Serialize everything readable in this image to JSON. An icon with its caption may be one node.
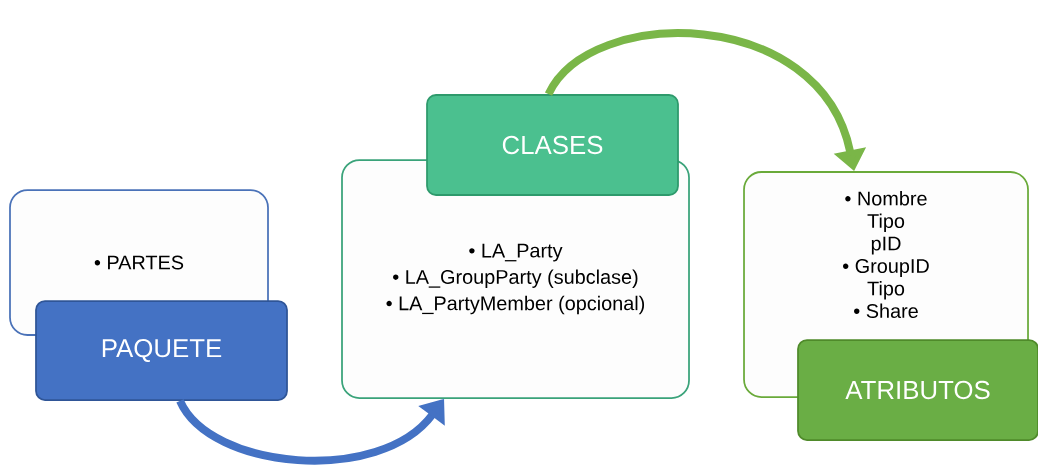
{
  "diagram": {
    "nodes": [
      {
        "text": [
          "• PARTES"
        ]
      },
      {
        "text": [
          "PAQUETE"
        ]
      },
      {
        "text": [
          "• LA_Party",
          "• LA_GroupParty (subclase)",
          "• LA_PartyMember (opcional)"
        ]
      },
      {
        "text": [
          "CLASES"
        ]
      },
      {
        "text": [
          "• Nombre Tipo pID",
          "• GroupID Tipo",
          "• Share"
        ]
      },
      {
        "text": [
          "ATRIBUTOS"
        ]
      }
    ],
    "edges": [
      {
        "from": 1,
        "to": 2,
        "arrow": "to",
        "color": "#4472c4"
      },
      {
        "from": 3,
        "to": 4,
        "arrow": "to",
        "color": "#7ab648"
      }
    ]
  }
}
